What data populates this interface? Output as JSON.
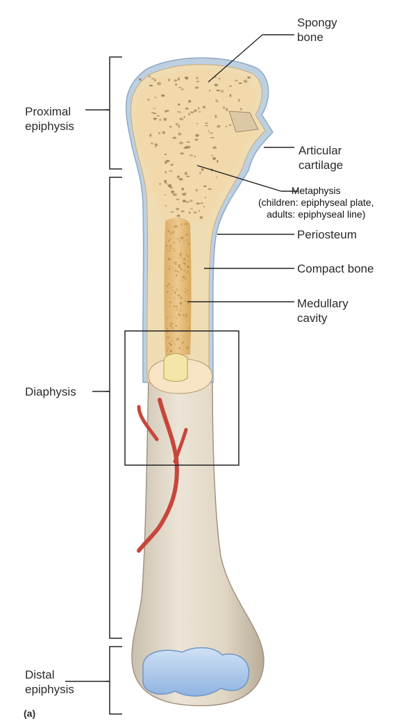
{
  "labels": {
    "spongy_bone": [
      "Spongy",
      "bone"
    ],
    "proximal_epiphysis": [
      "Proximal",
      "epiphysis"
    ],
    "articular_cartilage": [
      "Articular",
      "cartilage"
    ],
    "metaphysis": [
      "Metaphysis",
      "(children: epiphyseal plate,",
      "adults: epiphyseal line)"
    ],
    "periosteum": "Periosteum",
    "compact_bone": "Compact bone",
    "medullary_cavity": [
      "Medullary",
      "cavity"
    ],
    "diaphysis": "Diaphysis",
    "distal_epiphysis": [
      "Distal",
      "epiphysis"
    ],
    "figure_letter": "(a)"
  },
  "colors": {
    "spongy": "#f1d9ab",
    "spongy_pore": "#a2845b",
    "shaft_bone": "#e9ddc7",
    "cut_face": "#f7e4c4",
    "periosteum": "#b9cde0",
    "cartilage": "#a9c8ec",
    "marrow": "#e6c081",
    "artery": "#cc4a40",
    "line": "#222222"
  }
}
